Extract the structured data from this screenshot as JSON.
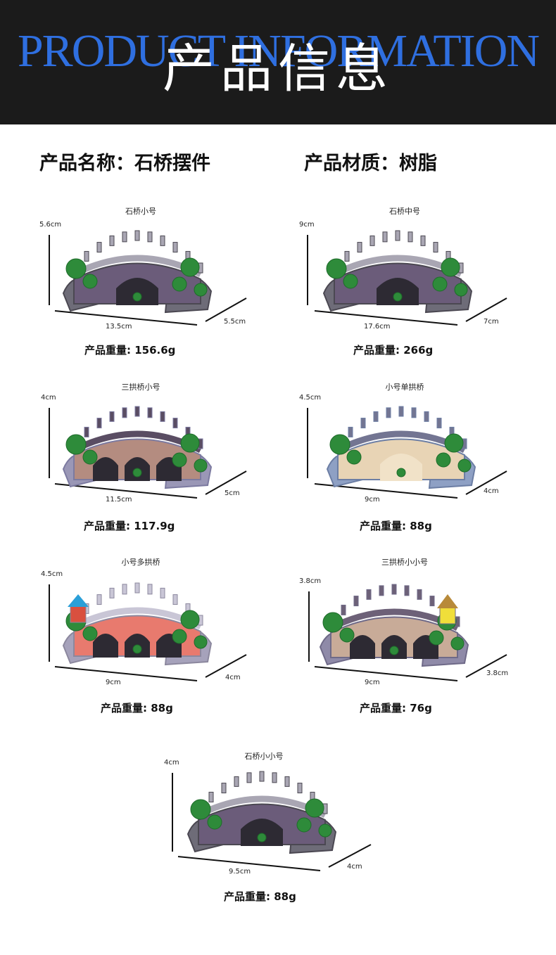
{
  "header": {
    "title_en": "PRODUCT INFORMATION",
    "title_zh": "产品信息"
  },
  "specs": {
    "name": "产品名称：石桥摆件",
    "material": "产品材质：树脂"
  },
  "products": [
    {
      "name": "石桥小号",
      "height": "5.6cm",
      "width": "13.5cm",
      "depth": "5.5cm",
      "weight": "产品重量: 156.6g",
      "style": "stone"
    },
    {
      "name": "石桥中号",
      "height": "9cm",
      "width": "17.6cm",
      "depth": "7cm",
      "weight": "产品重量: 266g",
      "style": "stone"
    },
    {
      "name": "三拱桥小号",
      "height": "4cm",
      "width": "11.5cm",
      "depth": "5cm",
      "weight": "产品重量: 117.9g",
      "style": "triple"
    },
    {
      "name": "小号单拱桥",
      "height": "4.5cm",
      "width": "9cm",
      "depth": "4cm",
      "weight": "产品重量: 88g",
      "style": "single"
    },
    {
      "name": "小号多拱桥",
      "height": "4.5cm",
      "width": "9cm",
      "depth": "4cm",
      "weight": "产品重量: 88g",
      "style": "pink"
    },
    {
      "name": "三拱桥小小号",
      "height": "3.8cm",
      "width": "9cm",
      "depth": "3.8cm",
      "weight": "产品重量: 76g",
      "style": "triple2"
    },
    {
      "name": "石桥小小号",
      "height": "4cm",
      "width": "9.5cm",
      "depth": "4cm",
      "weight": "产品重量: 88g",
      "style": "stone"
    }
  ],
  "colors": {
    "header_bg": "#1b1b1b",
    "header_en": "#2f6fe0",
    "header_zh": "#ffffff"
  }
}
